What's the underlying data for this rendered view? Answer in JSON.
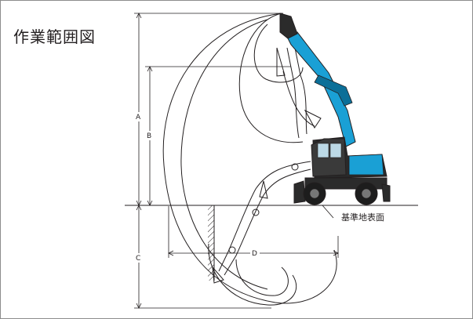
{
  "title": "作業範囲図",
  "ground_label": "基準地表面",
  "dimensions": {
    "a": "A",
    "b": "B",
    "c": "C",
    "d": "D"
  },
  "colors": {
    "machine": "#1aa0d5",
    "machine_dark": "#0b6f98",
    "line": "#231f20",
    "frame": "#8c8c8c"
  }
}
